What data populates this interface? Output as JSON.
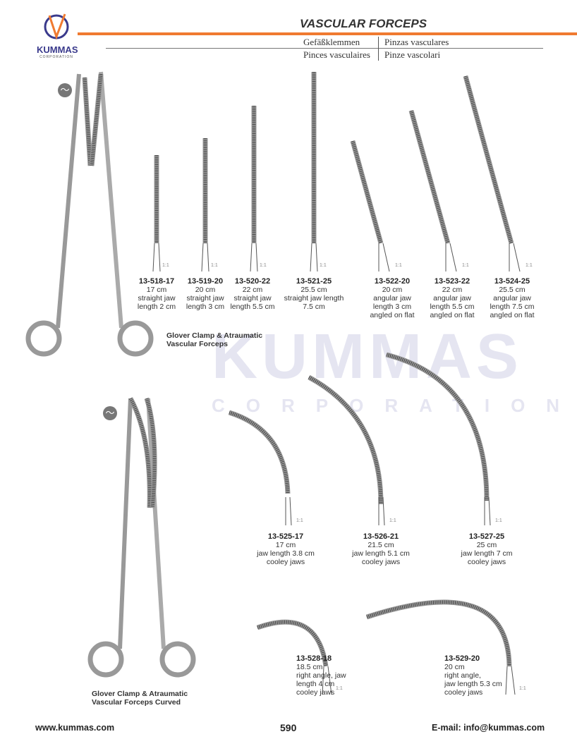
{
  "brand": {
    "logo_text": "KUMMAS",
    "logo_sub": "CORPORATION",
    "accent": "#f07a30",
    "logo_blue": "#3a3a8c"
  },
  "header": {
    "title": "VASCULAR FORCEPS",
    "translations": [
      "Gefäßklemmen",
      "Pinzas vasculares",
      "Pinces vasculaires",
      "Pinze vascolari"
    ]
  },
  "watermark": {
    "main": "KUMMAS",
    "sub": "CORPORATION"
  },
  "scale_label": "1:1",
  "sections": [
    {
      "name_lines": [
        "Glover Clamp & Atraumatic",
        "Vascular Forceps"
      ],
      "icon": "atraumatic-wave-icon"
    },
    {
      "name_lines": [
        "Glover Clamp & Atraumatic",
        "Vascular Forceps Curved"
      ],
      "icon": "atraumatic-wave-icon"
    }
  ],
  "products": [
    {
      "code": "13-518-17",
      "lines": [
        "17 cm",
        "straight jaw",
        "length 2 cm"
      ]
    },
    {
      "code": "13-519-20",
      "lines": [
        "20 cm",
        "straight jaw",
        "length 3 cm"
      ]
    },
    {
      "code": "13-520-22",
      "lines": [
        "22 cm",
        "straight jaw",
        "length 5.5 cm"
      ]
    },
    {
      "code": "13-521-25",
      "lines": [
        "25.5 cm",
        "straight jaw length",
        "7.5 cm"
      ]
    },
    {
      "code": "13-522-20",
      "lines": [
        "20 cm",
        "angular jaw",
        "length 3 cm",
        "angled on flat"
      ]
    },
    {
      "code": "13-523-22",
      "lines": [
        "22 cm",
        "angular jaw",
        "length 5.5 cm",
        "angled on flat"
      ]
    },
    {
      "code": "13-524-25",
      "lines": [
        "25.5 cm",
        "angular jaw",
        "length 7.5 cm",
        "angled on flat"
      ]
    },
    {
      "code": "13-525-17",
      "lines": [
        "17 cm",
        "jaw length 3.8 cm",
        "cooley jaws"
      ]
    },
    {
      "code": "13-526-21",
      "lines": [
        "21.5 cm",
        "jaw length 5.1 cm",
        "cooley jaws"
      ]
    },
    {
      "code": "13-527-25",
      "lines": [
        "25 cm",
        "jaw length 7 cm",
        "cooley jaws"
      ]
    },
    {
      "code": "13-528-18",
      "lines": [
        "18.5 cm",
        "right angle, jaw",
        "length 4 cm",
        "cooley jaws"
      ]
    },
    {
      "code": "13-529-20",
      "lines": [
        "20 cm",
        "right angle,",
        "jaw length 5.3 cm",
        "cooley jaws"
      ]
    }
  ],
  "footer": {
    "website": "www.kummas.com",
    "page": "590",
    "email": "E-mail: info@kummas.com"
  }
}
